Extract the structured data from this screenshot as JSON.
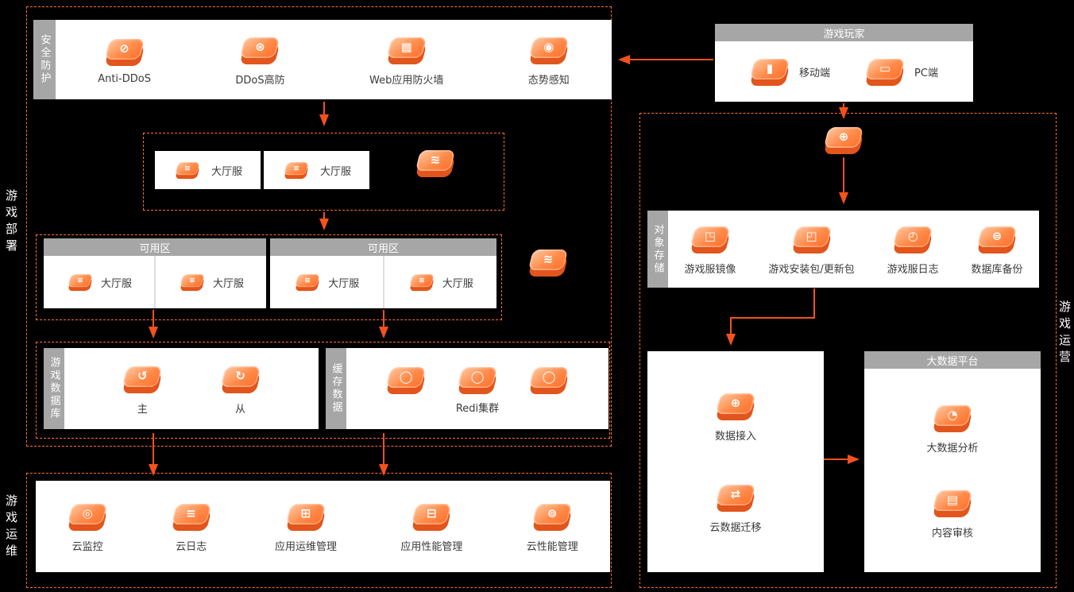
{
  "colors": {
    "accent": "#ff6f2e",
    "arrow": "#f4511e",
    "header_gray": "#a6a6a6",
    "canvas": "#000000",
    "card": "#ffffff"
  },
  "side_labels": {
    "deploy": "游戏部署",
    "ops": "游戏运维",
    "operation": "游戏运营"
  },
  "security": {
    "label": "安全防护",
    "items": [
      {
        "label": "Anti-DDoS",
        "glyph": "⊘"
      },
      {
        "label": "DDoS高防",
        "glyph": "⊛"
      },
      {
        "label": "Web应用防火墙",
        "glyph": "▦"
      },
      {
        "label": "态势感知",
        "glyph": "◉"
      }
    ]
  },
  "hall": {
    "servers": [
      {
        "label": "大厅服",
        "glyph": "≡"
      },
      {
        "label": "大厅服",
        "glyph": "≡"
      }
    ],
    "slb_glyph": "≋"
  },
  "zones": [
    {
      "header": "可用区",
      "servers": [
        {
          "label": "大厅服",
          "glyph": "≡"
        },
        {
          "label": "大厅服",
          "glyph": "≡"
        }
      ]
    },
    {
      "header": "可用区",
      "servers": [
        {
          "label": "大厅服",
          "glyph": "≡"
        },
        {
          "label": "大厅服",
          "glyph": "≡"
        }
      ]
    }
  ],
  "zones_slb_glyph": "≋",
  "database": {
    "label": "游戏数据库",
    "items": [
      {
        "label": "主",
        "glyph": "↺"
      },
      {
        "label": "从",
        "glyph": "↻"
      }
    ]
  },
  "cache": {
    "label": "缓存数据",
    "glyphs": [
      "◯",
      "◯",
      "◯"
    ],
    "caption": "Redi集群"
  },
  "ops": {
    "items": [
      {
        "label": "云监控",
        "glyph": "◎"
      },
      {
        "label": "云日志",
        "glyph": "≡"
      },
      {
        "label": "应用运维管理",
        "glyph": "⊞"
      },
      {
        "label": "应用性能管理",
        "glyph": "⊟"
      },
      {
        "label": "云性能管理",
        "glyph": "⊚"
      }
    ]
  },
  "players": {
    "header": "游戏玩家",
    "items": [
      {
        "label": "移动端",
        "glyph": "▮"
      },
      {
        "label": "PC端",
        "glyph": "▭"
      }
    ]
  },
  "cdn": {
    "glyph": "⊕"
  },
  "oss": {
    "label": "对象存储",
    "items": [
      {
        "label": "游戏服镜像",
        "glyph": "◳"
      },
      {
        "label": "游戏安装包/更新包",
        "glyph": "◰"
      },
      {
        "label": "游戏服日志",
        "glyph": "◴"
      },
      {
        "label": "数据库备份",
        "glyph": "⊜"
      }
    ]
  },
  "data_access": {
    "items": [
      {
        "label": "数据接入",
        "glyph": "⊕"
      },
      {
        "label": "云数据迁移",
        "glyph": "⇄"
      }
    ]
  },
  "bigdata": {
    "header": "大数据平台",
    "items": [
      {
        "label": "大数据分析",
        "glyph": "◔"
      },
      {
        "label": "内容审核",
        "glyph": "▤"
      }
    ]
  }
}
